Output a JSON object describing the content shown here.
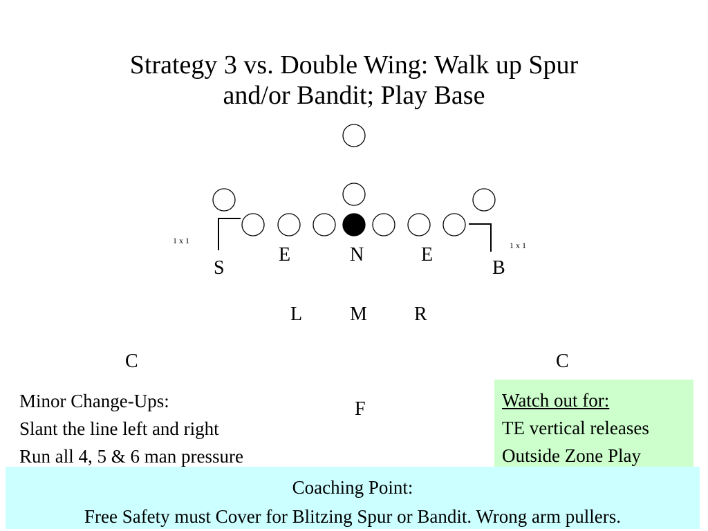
{
  "slide": {
    "title_line1": "Strategy 3 vs. Double Wing: Walk up Spur",
    "title_line2": "and/or Bandit; Play Base"
  },
  "diagram": {
    "offense": {
      "players": [
        {
          "role": "deep-back",
          "filled": false
        },
        {
          "role": "quarterback",
          "filled": false
        },
        {
          "role": "wing-left",
          "filled": false
        },
        {
          "role": "wing-right",
          "filled": false
        },
        {
          "role": "tight-end-left",
          "filled": false
        },
        {
          "role": "tackle-left",
          "filled": false
        },
        {
          "role": "guard-left",
          "filled": false
        },
        {
          "role": "center",
          "filled": true
        },
        {
          "role": "guard-right",
          "filled": false
        },
        {
          "role": "tackle-right",
          "filled": false
        },
        {
          "role": "tight-end-right",
          "filled": false
        }
      ]
    },
    "alignment_note_left": "1 x 1",
    "alignment_note_right": "1 x 1",
    "defense": {
      "spur": "S",
      "end_left": "E",
      "nose": "N",
      "end_right": "E",
      "bandit": "B",
      "linebacker_left": "L",
      "linebacker_middle": "M",
      "linebacker_right": "R",
      "corner_left": "C",
      "corner_right": "C",
      "free_safety": "F"
    }
  },
  "minor_changeups": {
    "heading": "Minor Change-Ups:",
    "items": [
      "Slant the line left and right",
      "Run all 4, 5 & 6 man pressure"
    ]
  },
  "watch_out": {
    "heading": "Watch out for:",
    "items": [
      "TE vertical releases",
      "Outside Zone Play"
    ],
    "background": "#ccffcc"
  },
  "coaching_point": {
    "heading": "Coaching Point:",
    "text": "Free Safety must Cover for Blitzing Spur or Bandit. Wrong arm pullers.",
    "background": "#ccffff"
  }
}
